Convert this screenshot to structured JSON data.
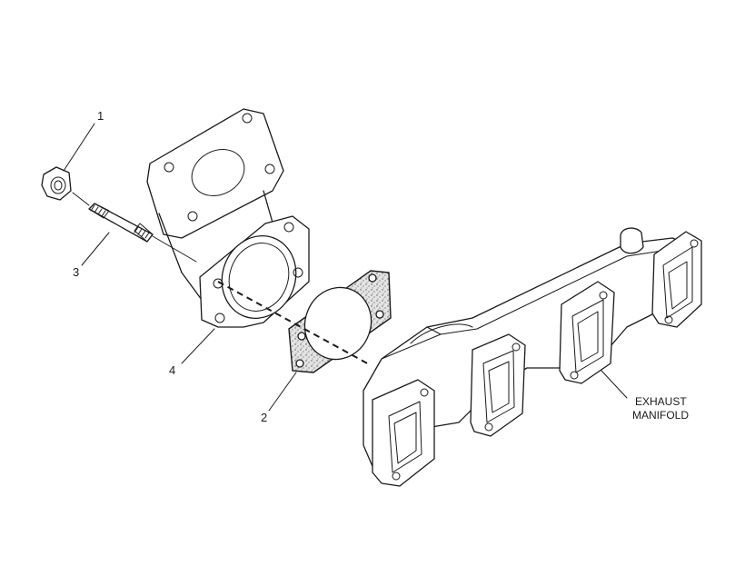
{
  "callouts": {
    "c1": "1",
    "c2": "2",
    "c3": "3",
    "c4": "4"
  },
  "labels": {
    "manifold_line1": "EXHAUST",
    "manifold_line2": "MANIFOLD"
  }
}
